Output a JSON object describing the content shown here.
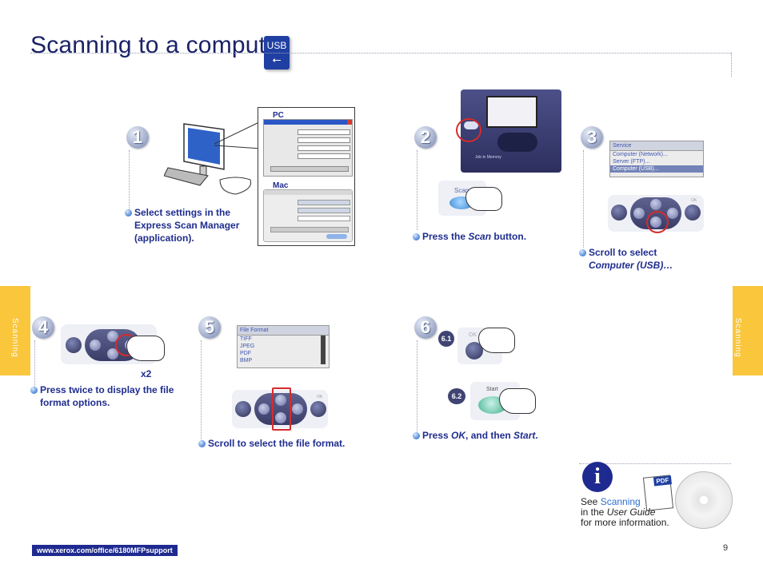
{
  "page": {
    "title": "Scanning to a computer",
    "usb_label": "USB",
    "page_number": "9",
    "url": "www.xerox.com/office/6180MFPsupport"
  },
  "sidebar": {
    "left_label": "Scanning",
    "right_label": "Scanning"
  },
  "colors": {
    "title": "#1a2266",
    "caption": "#1f2d8f",
    "sidebar": "#f9c63c",
    "accent": "#1f3fa3",
    "highlight": "#d62b2b"
  },
  "steps": [
    {
      "number": "1",
      "caption_lines": [
        "Select settings in the",
        "Express Scan Manager",
        "(application)."
      ],
      "pc_label": "PC",
      "mac_label": "Mac"
    },
    {
      "number": "2",
      "caption_pre": "Press the ",
      "caption_em": "Scan",
      "caption_post": " button.",
      "scan_key_label": "Scan",
      "panel_label": "Job in Memory"
    },
    {
      "number": "3",
      "caption_line1": "Scroll to select",
      "caption_em": "Computer (USB)…",
      "screen": {
        "header": "Service",
        "items": [
          "Computer (Network)...",
          "Server (FTP)...",
          "Computer (USB)..."
        ],
        "selected_index": 2
      },
      "ok_label": "OK"
    },
    {
      "number": "4",
      "caption_lines": [
        "Press twice to display the file",
        "format options."
      ],
      "multiplier": "x2"
    },
    {
      "number": "5",
      "caption": "Scroll to select the file format.",
      "screen": {
        "header": "File Format",
        "items": [
          "TIFF",
          "JPEG",
          "PDF",
          "BMP"
        ]
      },
      "ok_label": "OK"
    },
    {
      "number": "6",
      "caption_pre": "Press ",
      "caption_em1": "OK",
      "caption_mid": ", and then ",
      "caption_em2": "Start",
      "caption_post": ".",
      "sub1": "6.1",
      "sub2": "6.2",
      "ok_label": "OK",
      "start_label": "Start"
    }
  ],
  "more_info": {
    "see": "See ",
    "link": "Scanning",
    "in_the": "in the ",
    "guide": "User Guide",
    "rest": "for more information.",
    "pdf_badge": "PDF"
  },
  "icons": {
    "info": "info-icon",
    "usb": "usb-icon",
    "computer": "computer-icon",
    "cd": "cd-icon",
    "pdf": "pdf-document-icon",
    "hand": "pointing-hand-icon"
  }
}
